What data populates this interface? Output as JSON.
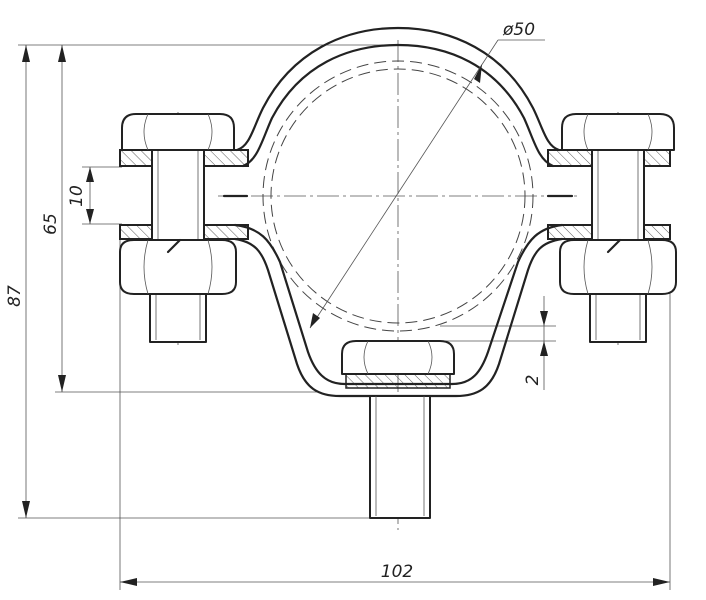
{
  "drawing": {
    "dimensions": {
      "diameter": "ø50",
      "total_height": "87",
      "clamp_height": "65",
      "plate_spacing": "10",
      "wall_thickness": "2",
      "total_width": "102"
    }
  }
}
